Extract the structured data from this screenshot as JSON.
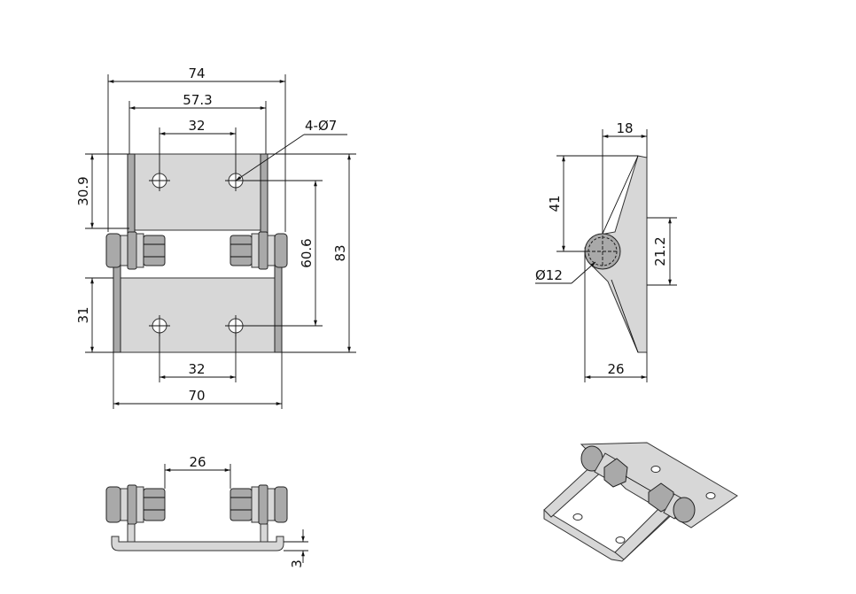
{
  "drawing": {
    "front_view": {
      "overall_width": "74",
      "upper_leaf_width": "57.3",
      "upper_hole_spacing": "32",
      "hole_callout": "4-Ø7",
      "upper_leaf_height": "30.9",
      "lower_leaf_height": "31",
      "hole_to_hole_vertical": "60.6",
      "overall_height": "83",
      "lower_hole_spacing": "32",
      "lower_leaf_width": "70"
    },
    "side_view": {
      "top_offset": "18",
      "leaf_height": "41",
      "pin_offset": "21.2",
      "pin_diameter": "Ø12",
      "base_width": "26"
    },
    "bottom_view": {
      "nut_gap": "26",
      "thickness": "3"
    }
  }
}
